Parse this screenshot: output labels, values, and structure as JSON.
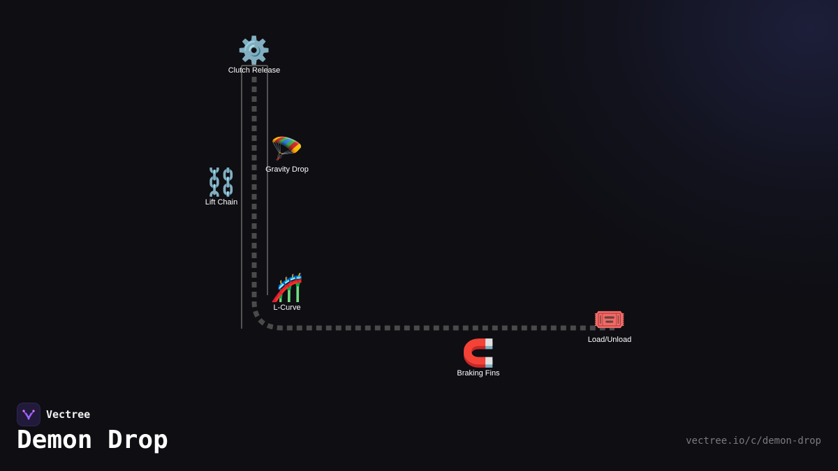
{
  "diagram": {
    "title": "Demon Drop",
    "track_color": "#4a4a4a",
    "support_color": "#6a6a6a",
    "elements": [
      {
        "id": "clutch-release",
        "label": "Clutch Release",
        "icon": "gear-icon",
        "emoji": "⚙️"
      },
      {
        "id": "gravity-drop",
        "label": "Gravity Drop",
        "icon": "parachute-icon",
        "emoji": "🪂"
      },
      {
        "id": "lift-chain",
        "label": "Lift Chain",
        "icon": "chain-icon",
        "emoji": "⛓️"
      },
      {
        "id": "l-curve",
        "label": "L-Curve",
        "icon": "roller-coaster-icon",
        "emoji": "🎢"
      },
      {
        "id": "load-unload",
        "label": "Load/Unload",
        "icon": "ticket-icon",
        "emoji": "🎟️"
      },
      {
        "id": "braking-fins",
        "label": "Braking Fins",
        "icon": "magnet-icon",
        "emoji": "🧲"
      }
    ]
  },
  "brand": {
    "name": "Vectree",
    "logo_icon": "vectree-logo-icon",
    "accent": "#b44cff"
  },
  "footer": {
    "url": "vectree.io/c/demon-drop"
  }
}
